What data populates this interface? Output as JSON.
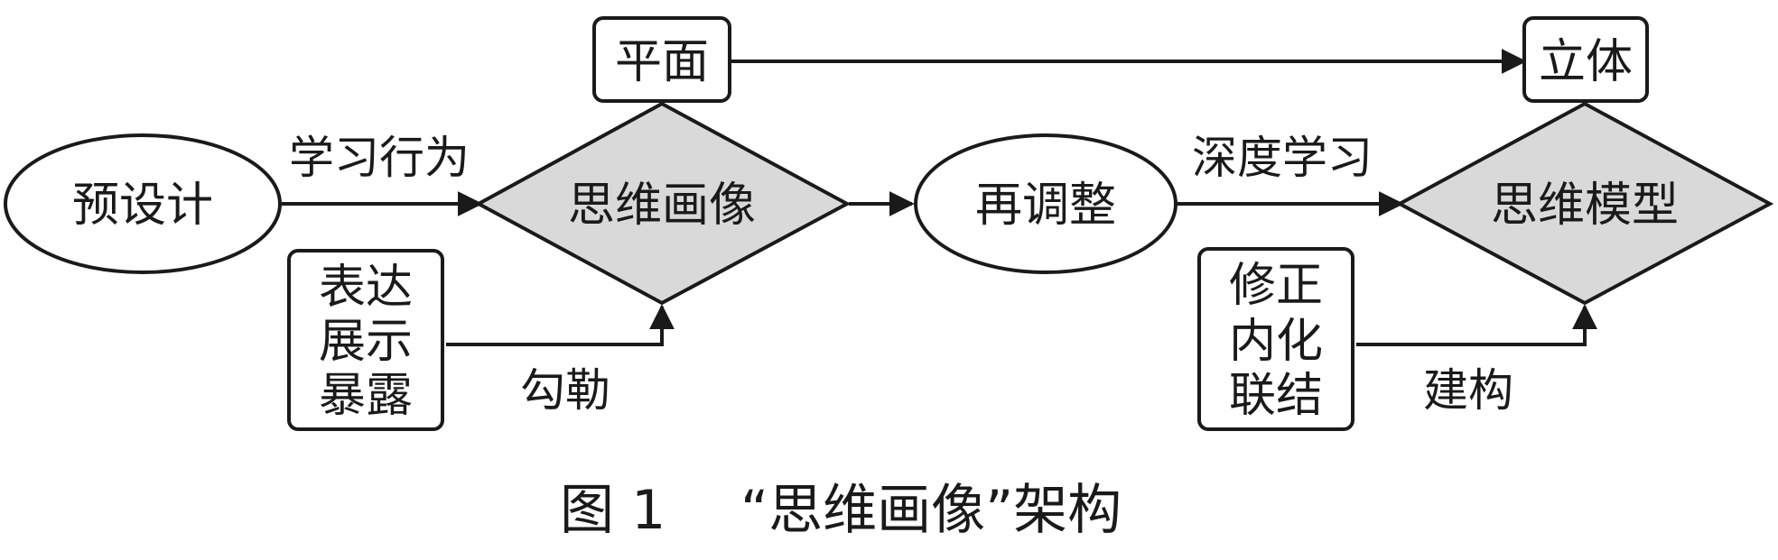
{
  "nodes": {
    "pre_design": "预设计",
    "thinking_image": "思维画像",
    "readjust": "再调整",
    "thinking_model": "思维模型",
    "plane": "平面",
    "solid": "立体",
    "express_box": [
      "表达",
      "展示",
      "暴露"
    ],
    "revise_box": [
      "修正",
      "内化",
      "联结"
    ]
  },
  "edge_labels": {
    "learning_behavior": "学习行为",
    "outline": "勾勒",
    "deep_learning": "深度学习",
    "construct": "建构"
  },
  "caption": {
    "figure_no": "图 1",
    "title": "“思维画像”架构"
  },
  "colors": {
    "line": "#1a1a1a",
    "diamond_fill": "#d9d9d9",
    "box_fill": "#ffffff"
  }
}
